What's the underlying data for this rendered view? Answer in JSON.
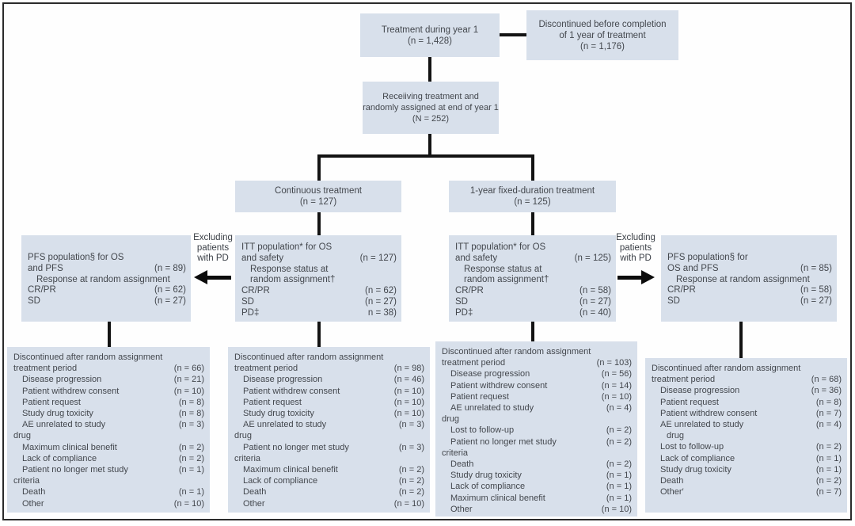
{
  "figure": {
    "type": "consort-flow-diagram",
    "box_fill": "#d8e0eb",
    "text_color": "#43474d",
    "line_color": "#131313"
  },
  "boxes": {
    "treatment_year1": {
      "lines": [
        "Treatment during year 1",
        "(n = 1,428)"
      ]
    },
    "discontinued_year1": {
      "lines": [
        "Discontinued before completion",
        "of 1 year of treatment",
        "(n = 1,176)"
      ]
    },
    "receiving": {
      "lines": [
        "Receiiving treatment and",
        "randomly assigned at end of year 1",
        "(N = 252)"
      ]
    },
    "continuous": {
      "lines": [
        "Continuous treatment",
        "(n = 127)"
      ]
    },
    "fixed_duration": {
      "lines": [
        "1-year fixed-duration treatment",
        "(n = 125)"
      ]
    },
    "itt_left": {
      "rows": [
        {
          "t": "ITT population* for OS",
          "v": ""
        },
        {
          "t": "and safety",
          "v": "(n = 127)"
        },
        {
          "t": "Response status at",
          "v": "",
          "i": 1
        },
        {
          "t": "random assignment†",
          "v": "",
          "i": 1
        },
        {
          "t": "CR/PR",
          "v": "(n = 62)"
        },
        {
          "t": "SD",
          "v": "(n = 27)"
        },
        {
          "t": "PD‡",
          "v": "n = 38)"
        }
      ]
    },
    "itt_right": {
      "rows": [
        {
          "t": "ITT population* for OS",
          "v": ""
        },
        {
          "t": "and safety",
          "v": "(n = 125)"
        },
        {
          "t": "Response status at",
          "v": "",
          "i": 1
        },
        {
          "t": "random assignment†",
          "v": "",
          "i": 1
        },
        {
          "t": "CR/PR",
          "v": "(n = 58)"
        },
        {
          "t": "SD",
          "v": "(n = 27)"
        },
        {
          "t": "PD‡",
          "v": "(n = 40)"
        }
      ]
    },
    "pfs_left": {
      "rows": [
        {
          "t": "PFS population§ for OS",
          "v": ""
        },
        {
          "t": "and PFS",
          "v": "(n = 89)"
        },
        {
          "t": "Response at random assignment",
          "v": "",
          "i": 1
        },
        {
          "t": "CR/PR",
          "v": "(n = 62)"
        },
        {
          "t": "SD",
          "v": "(n = 27)"
        }
      ]
    },
    "pfs_right": {
      "rows": [
        {
          "t": "PFS population§ for",
          "v": ""
        },
        {
          "t": "OS and PFS",
          "v": "(n = 85)"
        },
        {
          "t": "Response at random assignment",
          "v": "",
          "i": 1
        },
        {
          "t": "CR/PR",
          "v": "(n = 58)"
        },
        {
          "t": "SD",
          "v": "(n = 27)"
        }
      ]
    },
    "disc_left": {
      "rows": [
        {
          "t": "Discontinued after random assignment",
          "v": ""
        },
        {
          "t": "treatment period",
          "v": "(n = 66)"
        },
        {
          "t": "Disease progression",
          "v": "(n = 21)",
          "i": 1
        },
        {
          "t": "Patient withdrew consent",
          "v": "(n = 10)",
          "i": 1
        },
        {
          "t": "Patient request",
          "v": "(n = 8)",
          "i": 1
        },
        {
          "t": "Study drug toxicity",
          "v": "(n = 8)",
          "i": 1
        },
        {
          "t": "AE unrelated to study",
          "v": "(n = 3)",
          "i": 1
        },
        {
          "t": "drug",
          "v": ""
        },
        {
          "t": "Maximum clinical benefit",
          "v": "(n = 2)",
          "i": 1
        },
        {
          "t": "Lack of compliance",
          "v": "(n = 2)",
          "i": 1
        },
        {
          "t": "Patient no longer met study",
          "v": "(n = 1)",
          "i": 1
        },
        {
          "t": "criteria",
          "v": ""
        },
        {
          "t": "Death",
          "v": "(n = 1)",
          "i": 1
        },
        {
          "t": "Other",
          "v": "(n = 10)",
          "i": 1
        }
      ]
    },
    "disc_mid_left": {
      "rows": [
        {
          "t": "Discontinued after random assignment",
          "v": ""
        },
        {
          "t": "treatment period",
          "v": "(n = 98)"
        },
        {
          "t": "Disease progression",
          "v": "(n = 46)",
          "i": 1
        },
        {
          "t": "Patient withdrew consent",
          "v": "(n = 10)",
          "i": 1
        },
        {
          "t": "Patient request",
          "v": "(n = 10)",
          "i": 1
        },
        {
          "t": "Study drug toxicity",
          "v": "(n = 10)",
          "i": 1
        },
        {
          "t": "AE unrelated to study",
          "v": "(n = 3)",
          "i": 1
        },
        {
          "t": "drug",
          "v": ""
        },
        {
          "t": "Patient no longer met study",
          "v": "(n = 3)",
          "i": 1
        },
        {
          "t": "criteria",
          "v": ""
        },
        {
          "t": "Maximum clinical benefit",
          "v": "(n = 2)",
          "i": 1
        },
        {
          "t": "Lack of compliance",
          "v": "(n = 2)",
          "i": 1
        },
        {
          "t": "Death",
          "v": "(n = 2)",
          "i": 1
        },
        {
          "t": "Other",
          "v": "(n = 10)",
          "i": 1
        }
      ]
    },
    "disc_mid_right": {
      "rows": [
        {
          "t": "Discontinued after random assignment",
          "v": ""
        },
        {
          "t": "treatment period",
          "v": "(n = 103)"
        },
        {
          "t": "Disease progression",
          "v": "(n = 56)",
          "i": 1
        },
        {
          "t": "Patient withdrew consent",
          "v": "(n = 14)",
          "i": 1
        },
        {
          "t": "Patient request",
          "v": "(n = 10)",
          "i": 1
        },
        {
          "t": "AE unrelated to study",
          "v": "(n = 4)",
          "i": 1
        },
        {
          "t": "drug",
          "v": ""
        },
        {
          "t": "Lost to follow-up",
          "v": "(n = 2)",
          "i": 1
        },
        {
          "t": "Patient no longer met study",
          "v": "(n = 2)",
          "i": 1
        },
        {
          "t": "criteria",
          "v": ""
        },
        {
          "t": "Death",
          "v": "(n = 2)",
          "i": 1
        },
        {
          "t": "Study drug toxicity",
          "v": "(n = 1)",
          "i": 1
        },
        {
          "t": "Lack of compliance",
          "v": "(n = 1)",
          "i": 1
        },
        {
          "t": "Maximum clinical benefit",
          "v": "(n = 1)",
          "i": 1
        },
        {
          "t": "Other",
          "v": "(n = 10)",
          "i": 1
        }
      ]
    },
    "disc_right": {
      "rows": [
        {
          "t": "Discontinued after random assignment",
          "v": ""
        },
        {
          "t": "treatment period",
          "v": "(n = 68)"
        },
        {
          "t": "Disease progression",
          "v": "(n = 36)",
          "i": 1
        },
        {
          "t": "Patient request",
          "v": "(n = 8)",
          "i": 1
        },
        {
          "t": "Patient withdrew consent",
          "v": "(n = 7)",
          "i": 1
        },
        {
          "t": "AE unrelated to study",
          "v": "(n = 4)",
          "i": 1
        },
        {
          "t": "drug",
          "v": "",
          "i": 2
        },
        {
          "t": "Lost to follow-up",
          "v": "(n = 2)",
          "i": 1
        },
        {
          "t": "Lack of compliance",
          "v": "(n = 1)",
          "i": 1
        },
        {
          "t": "Study drug toxicity",
          "v": "(n = 1)",
          "i": 1
        },
        {
          "t": "Death",
          "v": "(n = 2)",
          "i": 1
        },
        {
          "t": "Other′",
          "v": "(n = 7)",
          "i": 1
        }
      ]
    }
  },
  "labels": {
    "excluding_left": {
      "lines": [
        "Excluding",
        "patients",
        "with PD"
      ]
    },
    "excluding_right": {
      "lines": [
        "Excluding",
        "patients",
        "with PD"
      ]
    }
  }
}
